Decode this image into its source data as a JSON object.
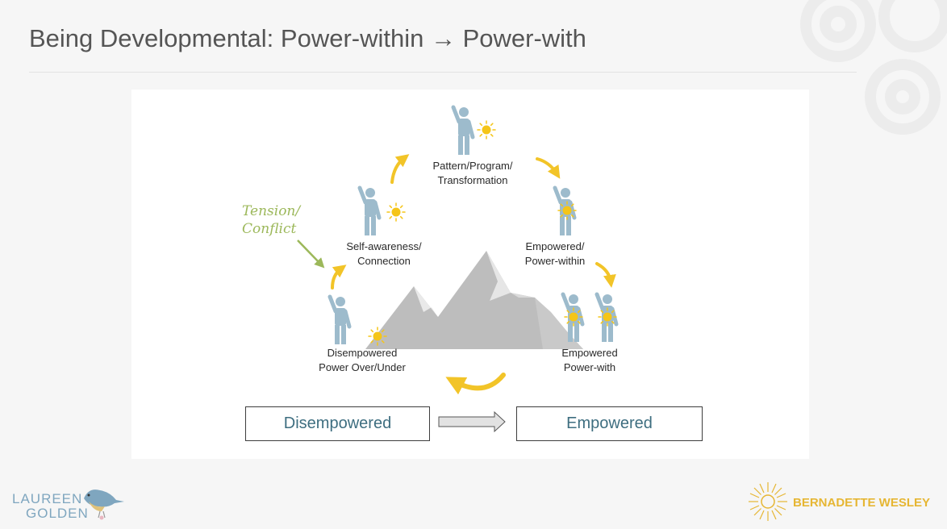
{
  "slide": {
    "title": "Being Developmental: Power-within → Power-with"
  },
  "diagram": {
    "stages": {
      "pattern": {
        "line1": "Pattern/Program/",
        "line2": "Transformation"
      },
      "self_awareness": {
        "line1": "Self-awareness/",
        "line2": "Connection"
      },
      "empowered_within": {
        "line1": "Empowered/",
        "line2": "Power-within"
      },
      "disempowered": {
        "line1": "Disempowered",
        "line2": "Power Over/Under"
      },
      "empowered_with": {
        "line1": "Empowered",
        "line2": "Power-with"
      }
    },
    "annotation": {
      "line1": "Tension/",
      "line2": "Conflict"
    },
    "boxes": {
      "left": "Disempowered",
      "right": "Empowered"
    },
    "colors": {
      "figure": "#9dbbcc",
      "sun": "#f5c518",
      "arrow": "#f2c428",
      "mountain": "#b7b7b7",
      "annotation": "#9cb85a"
    }
  },
  "footer": {
    "left_logo": {
      "line1": "LAUREEN",
      "line2": "GOLDEN"
    },
    "right_logo": {
      "name": "BERNADETTE WESLEY"
    }
  }
}
